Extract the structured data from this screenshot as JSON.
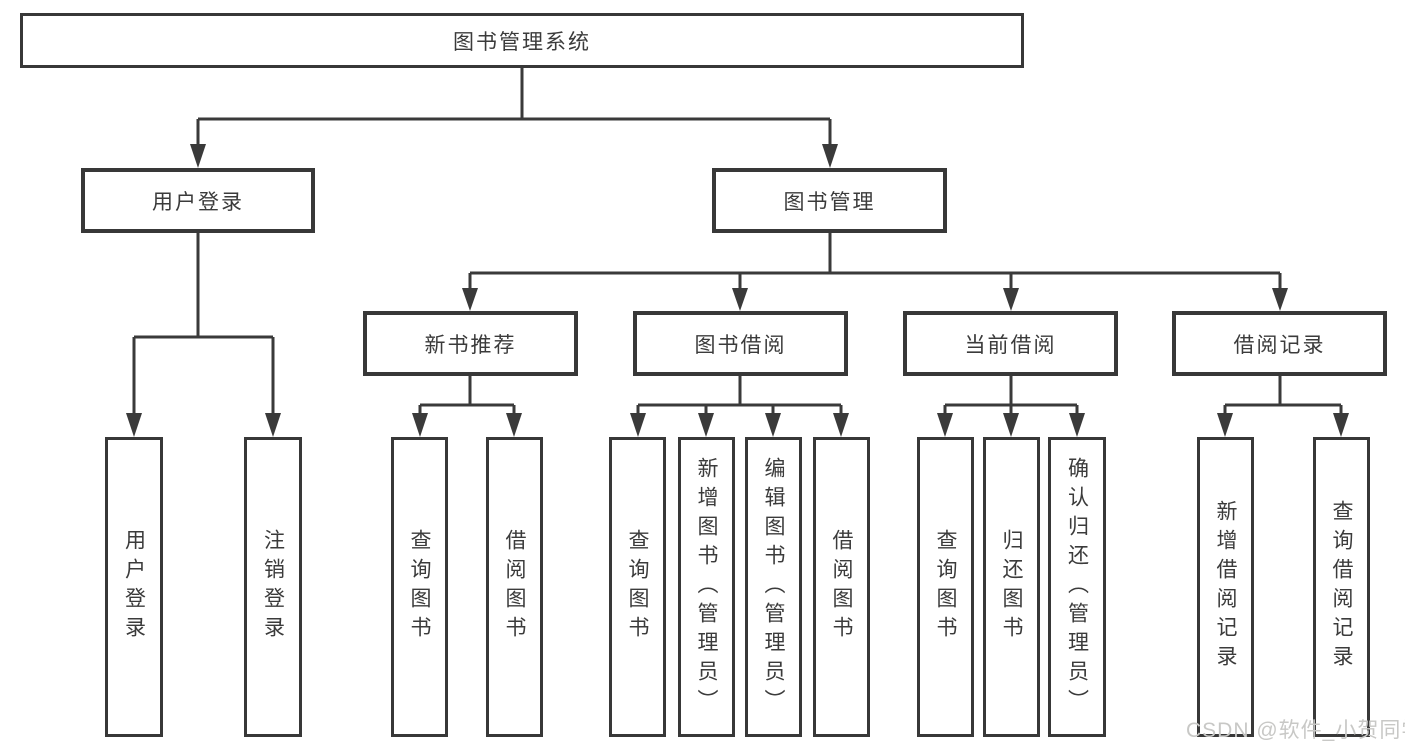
{
  "diagram": {
    "root": "图书管理系统",
    "level2": {
      "user_login": "用户登录",
      "book_management": "图书管理"
    },
    "level3": {
      "new_book_recommend": "新书推荐",
      "book_borrow": "图书借阅",
      "current_borrow": "当前借阅",
      "borrow_records": "借阅记录"
    },
    "leaves": {
      "user_login": [
        "用户登录",
        "注销登录"
      ],
      "new_book_recommend": [
        "查询图书",
        "借阅图书"
      ],
      "book_borrow": [
        "查询图书",
        "新增图书（管理员）",
        "编辑图书（管理员）",
        "借阅图书"
      ],
      "current_borrow": [
        "查询图书",
        "归还图书",
        "确认归还（管理员）"
      ],
      "borrow_records": [
        "新增借阅记录",
        "查询借阅记录"
      ]
    }
  },
  "watermark": "CSDN @软件_小贺同学",
  "colors": {
    "line": "#3a3a3a",
    "border": "#383838",
    "text": "#3b3b3b",
    "watermark": "#c8c8c6",
    "background": "#ffffff"
  }
}
